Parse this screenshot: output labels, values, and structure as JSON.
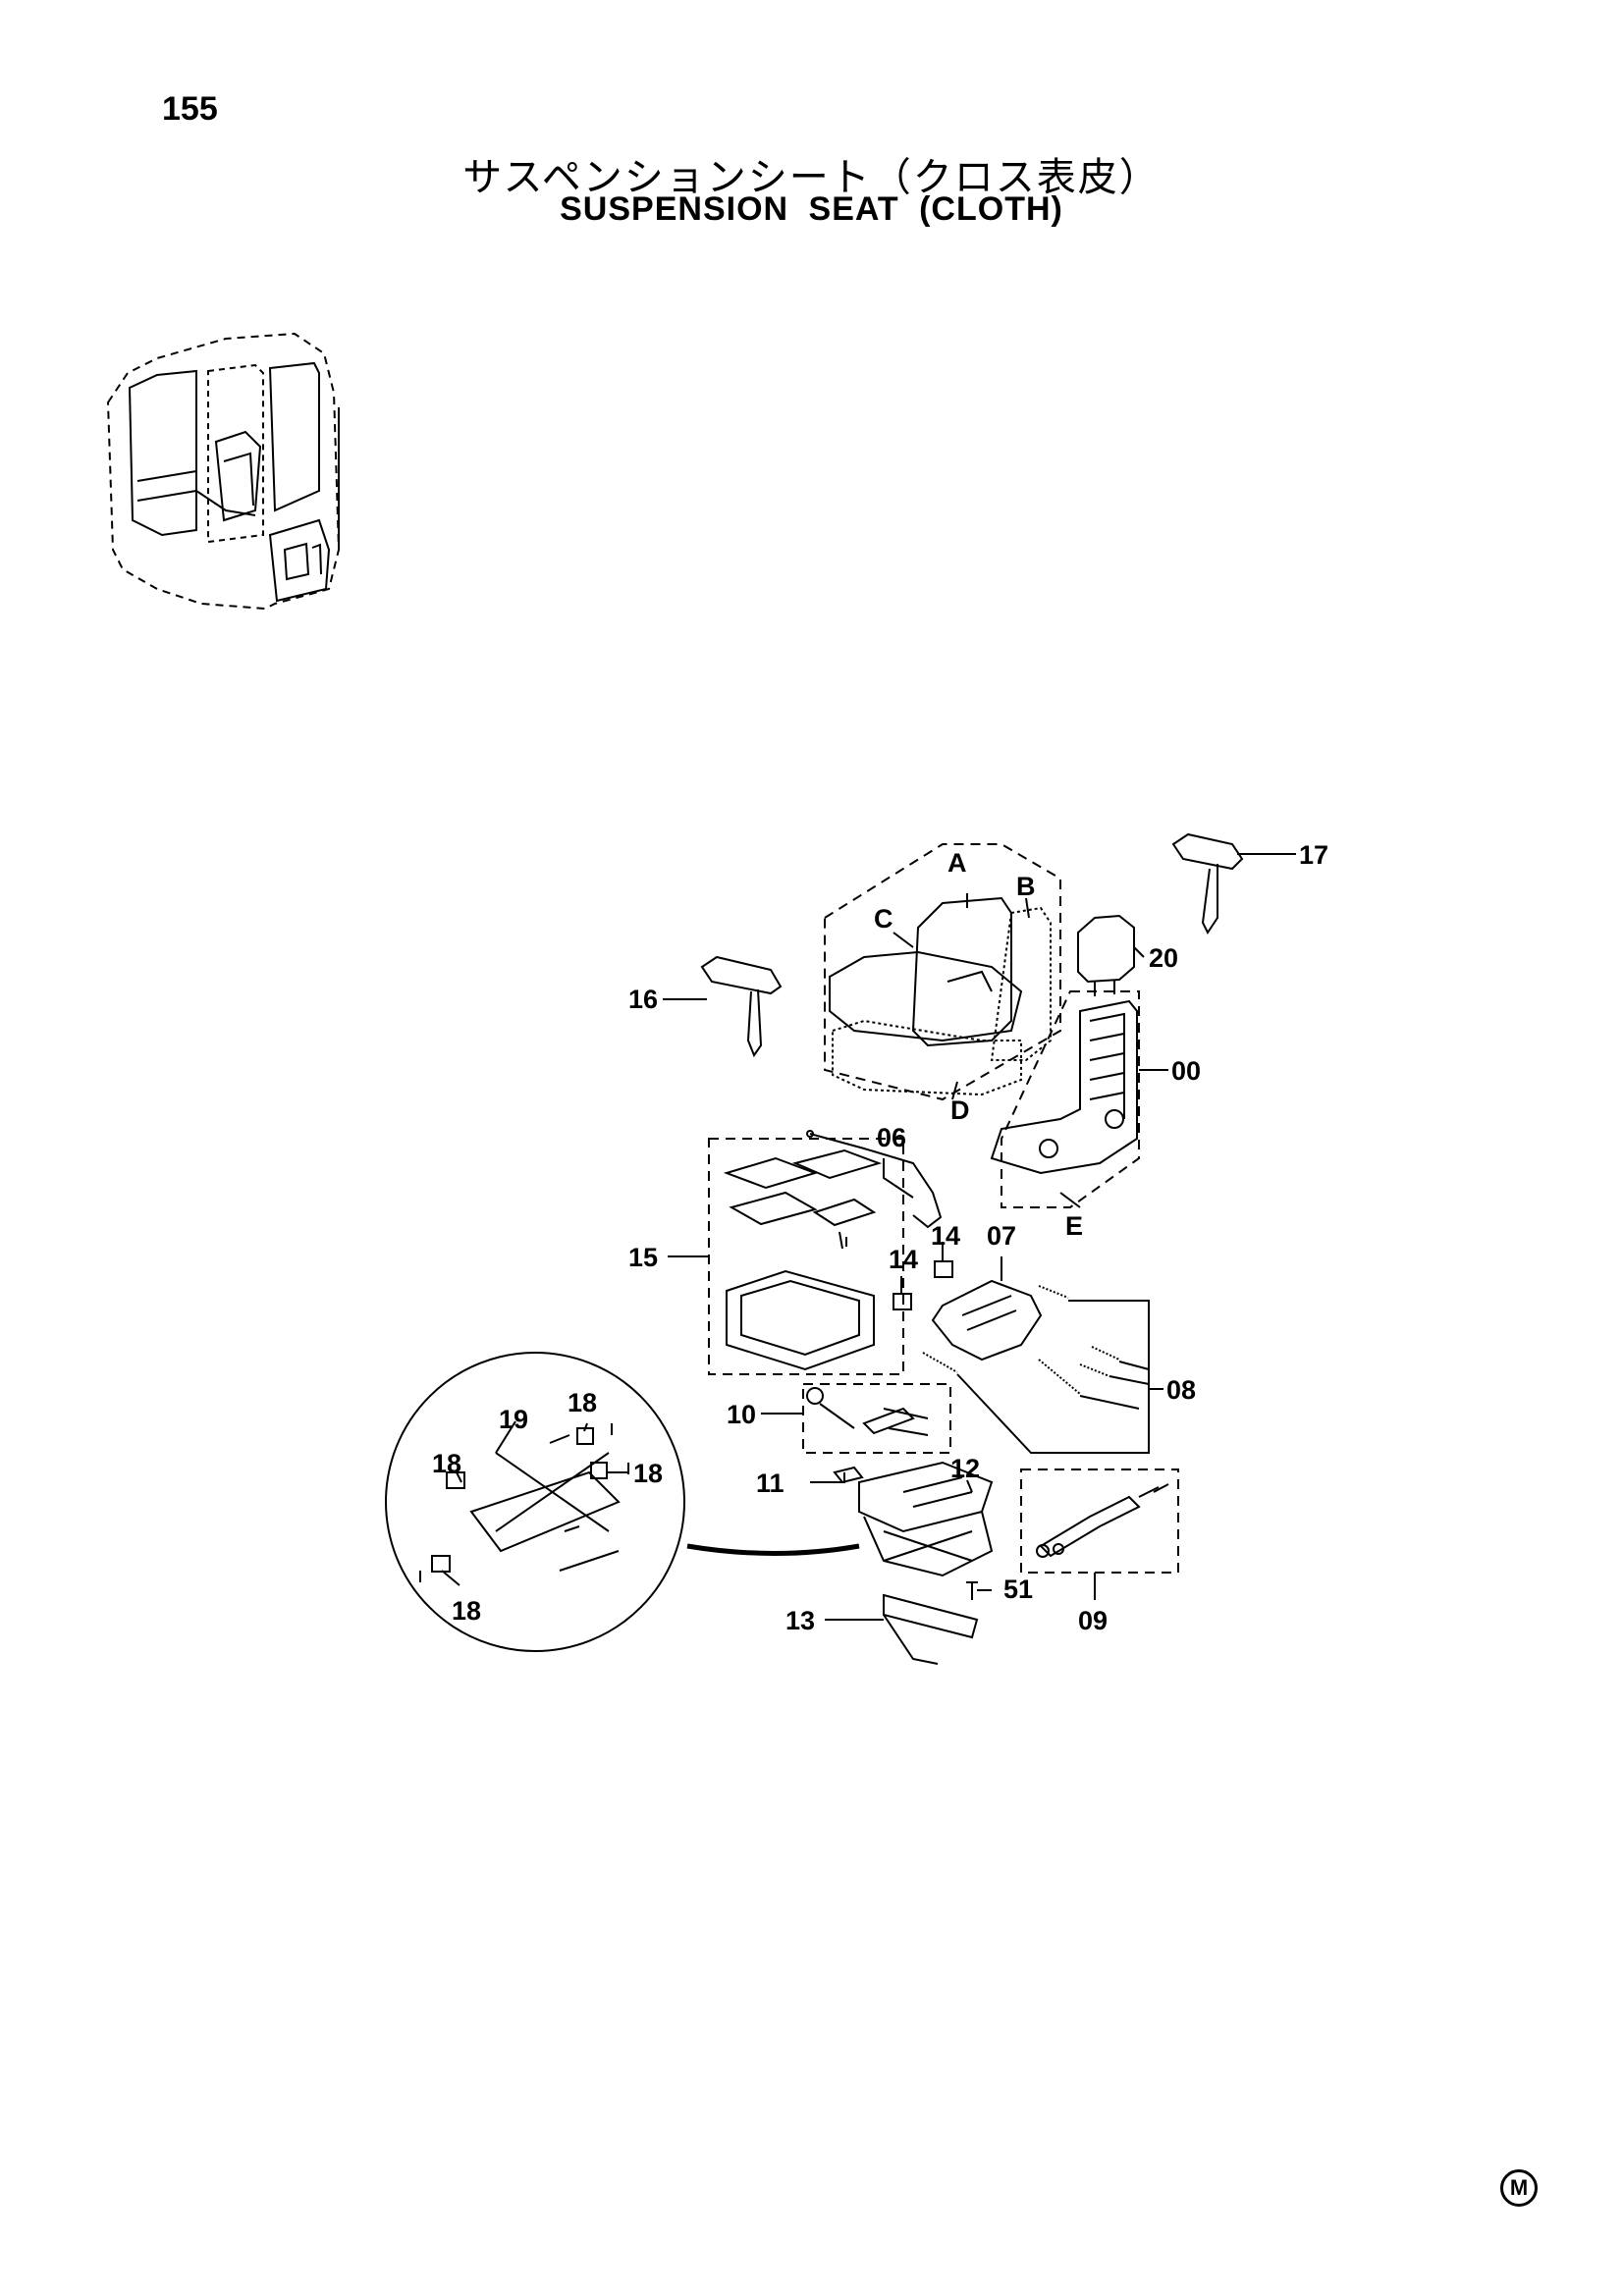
{
  "page": {
    "number": "155",
    "title_jp": "サスペンションシート（クロス表皮）",
    "title_en": "SUSPENSION SEAT (CLOTH)"
  },
  "diagram": {
    "callouts": {
      "p17": "17",
      "pA": "A",
      "pB": "B",
      "pC": "C",
      "p20": "20",
      "p16": "16",
      "p00": "00",
      "pD": "D",
      "p06": "06",
      "pE": "E",
      "p14a": "14",
      "p14b": "14",
      "p07": "07",
      "p15": "15",
      "p08": "08",
      "p18a": "18",
      "p19": "19",
      "p10": "10",
      "p18b": "18",
      "p18c": "18",
      "p11": "11",
      "p12": "12",
      "p18d": "18",
      "p51": "51",
      "p13": "13",
      "p09": "09"
    },
    "corner_mark": "M"
  }
}
